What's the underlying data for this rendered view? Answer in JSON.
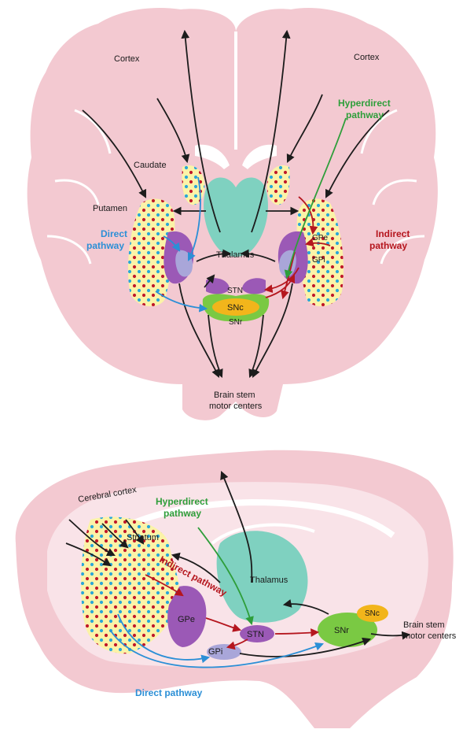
{
  "colors": {
    "brain": "#f3c9d1",
    "brain_light": "#f9e3e8",
    "thalamus": "#7fd1c0",
    "gp_purple": "#9b59b6",
    "gpi_lilac": "#a9a6d9",
    "snr_green": "#7ac943",
    "snc_yellow": "#f2b51b",
    "striatum_fill": "#fbf3a8",
    "direct_blue": "#2b8fd6",
    "indirect_red": "#b5161e",
    "hyperdirect_green": "#2e9e3a"
  },
  "coronal": {
    "cortex_left": "Cortex",
    "cortex_right": "Cortex",
    "hyperdirect_line1": "Hyperdirect",
    "hyperdirect_line2": "pathway",
    "caudate": "Caudate",
    "putamen": "Putamen",
    "direct_line1": "Direct",
    "direct_line2": "pathway",
    "indirect_line1": "Indirect",
    "indirect_line2": "pathway",
    "thalamus": "Thalamus",
    "gpe": "GPe",
    "gpi": "GPi",
    "stn": "STN",
    "snc": "SNc",
    "snr": "SNr",
    "brainstem_line1": "Brain stem",
    "brainstem_line2": "motor centers"
  },
  "sagittal": {
    "cerebral_cortex": "Cerebral cortex",
    "hyperdirect_line1": "Hyperdirect",
    "hyperdirect_line2": "pathway",
    "striatum": "Striatum",
    "thalamus": "Thalamus",
    "indirect_pathway": "Indirect pathway",
    "gpe": "GPe",
    "gpi": "GPi",
    "stn": "STN",
    "snc": "SNc",
    "snr": "SNr",
    "brainstem_line1": "Brain stem",
    "brainstem_line2": "motor centers",
    "direct_pathway": "Direct pathway"
  }
}
